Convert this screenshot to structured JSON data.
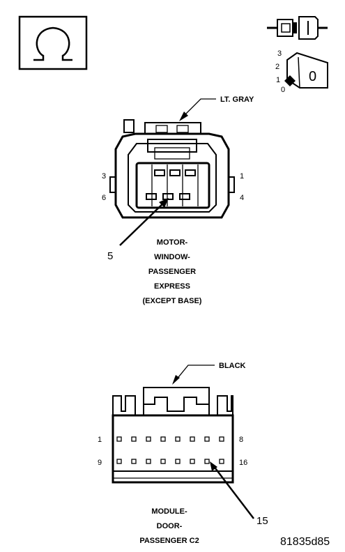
{
  "ohm_symbol": "Ω",
  "key_icon": {
    "positions": [
      "3",
      "2",
      "1",
      "0"
    ],
    "selected": "0"
  },
  "connector1": {
    "color_label": "LT. GRAY",
    "pins": {
      "p3": "3",
      "p1": "1",
      "p6": "6",
      "p4": "4"
    },
    "callout": "5",
    "name_lines": [
      "MOTOR-",
      "WINDOW-",
      "PASSENGER",
      "EXPRESS",
      "(EXCEPT BASE)"
    ]
  },
  "connector2": {
    "color_label": "BLACK",
    "pins": {
      "p1": "1",
      "p8": "8",
      "p9": "9",
      "p16": "16"
    },
    "callout": "15",
    "name_lines": [
      "MODULE-",
      "DOOR-",
      "PASSENGER C2"
    ]
  },
  "figure_id": "81835d85"
}
